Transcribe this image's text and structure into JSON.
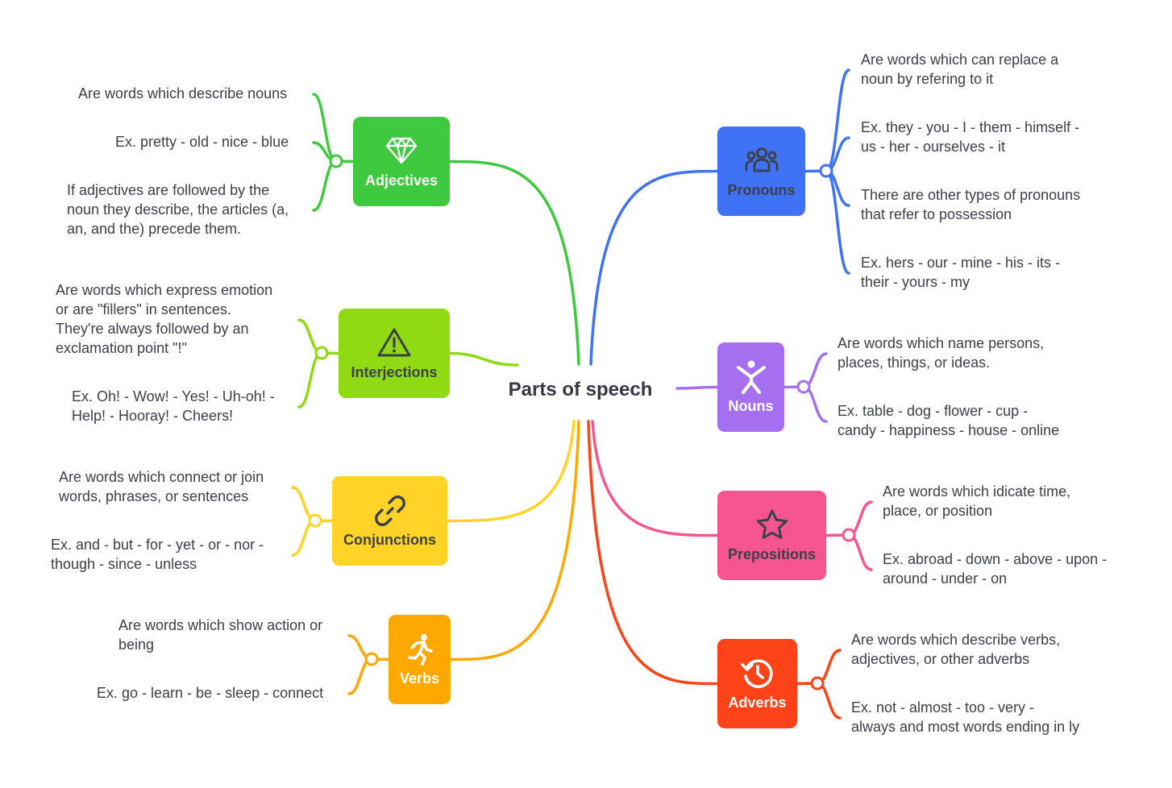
{
  "title": "Parts of speech",
  "topics": [
    {
      "id": "adjectives",
      "label": "Adjectives",
      "icon": "diamond-icon",
      "color": "#3ec93e",
      "text": "#ffffff",
      "leaves": [
        "Are words which describe nouns",
        "Ex. pretty - old - nice - blue",
        "If adjectives are followed by the\nnoun they describe, the articles (a,\nan, and the) precede them."
      ]
    },
    {
      "id": "interjections",
      "label": "Interjections",
      "icon": "warning-icon",
      "color": "#8fda12",
      "text": "#3d4048",
      "leaves": [
        "Are words which express emotion\nor are \"fillers\" in sentences.\nThey're always followed by an\nexclamation point \"!\"",
        "Ex. Oh! - Wow! - Yes! - Uh-oh! -\nHelp! - Hooray! - Cheers!"
      ]
    },
    {
      "id": "conjunctions",
      "label": "Conjunctions",
      "icon": "link-icon",
      "color": "#ffd426",
      "text": "#3d4048",
      "leaves": [
        "Are words which connect or join\nwords, phrases, or sentences",
        "Ex. and - but - for - yet - or - nor -\nthough - since - unless"
      ]
    },
    {
      "id": "verbs",
      "label": "Verbs",
      "icon": "running-person-icon",
      "color": "#ffa800",
      "text": "#ffffff",
      "leaves": [
        "Are words which show action or\nbeing",
        "Ex. go - learn - be - sleep - connect"
      ]
    },
    {
      "id": "pronouns",
      "label": "Pronouns",
      "icon": "group-icon",
      "color": "#3f72f5",
      "text": "#3d4048",
      "leaves": [
        "Are words which can replace a\nnoun by refering to it",
        "Ex. they - you - I - them - himself -\nus - her - ourselves - it",
        "There are other types of pronouns\nthat refer to possession",
        "Ex. hers - our - mine - his - its -\ntheir - yours - my"
      ]
    },
    {
      "id": "nouns",
      "label": "Nouns",
      "icon": "person-icon",
      "color": "#a56ff0",
      "text": "#ffffff",
      "leaves": [
        "Are words which name persons,\nplaces, things, or ideas.",
        "Ex. table - dog - flower - cup -\ncandy - happiness - house - online"
      ]
    },
    {
      "id": "prepositions",
      "label": "Prepositions",
      "icon": "star-icon",
      "color": "#f7558f",
      "text": "#3d4048",
      "leaves": [
        "Are words which idicate time,\nplace, or position",
        "Ex. abroad - down - above - upon -\naround - under - on"
      ]
    },
    {
      "id": "adverbs",
      "label": "Adverbs",
      "icon": "history-icon",
      "color": "#ff4318",
      "text": "#ffffff",
      "leaves": [
        "Are words which describe verbs,\nadjectives, or other adverbs",
        "Ex. not - almost - too - very -\nalways and most words ending in ly"
      ]
    }
  ]
}
